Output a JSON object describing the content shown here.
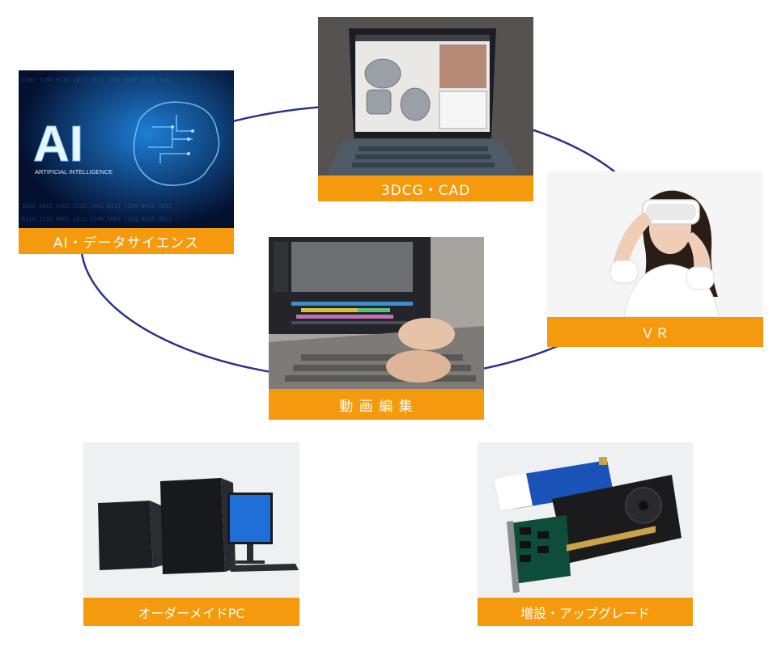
{
  "colors": {
    "accent": "#f59a0c",
    "ring": "#2b3486",
    "label_text": "#ffffff"
  },
  "cards": {
    "ai": {
      "label": "AI・データサイエンス",
      "photo_text_main": "AI",
      "photo_text_sub": "ARTIFICIAL INTELLIGENCE"
    },
    "cg": {
      "label": "3DCG・CAD"
    },
    "vr": {
      "label": "ＶＲ"
    },
    "video": {
      "label": "動 画 編 集"
    },
    "custom": {
      "label": "オーダーメイドPC"
    },
    "upgrade": {
      "label": "増設・アップグレード"
    }
  }
}
